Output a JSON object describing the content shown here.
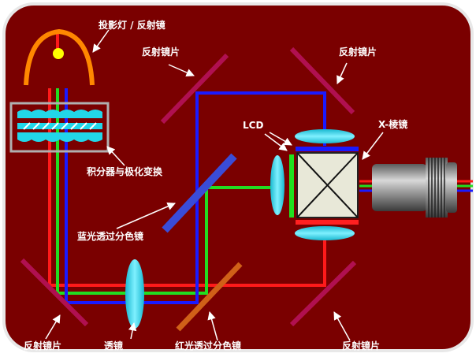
{
  "labels": {
    "lamp": "投影灯 / 反射镜",
    "mirror_top_left": "反射镜片",
    "mirror_top_right": "反射镜片",
    "lcd": "LCD",
    "xprism": "X-棱镜",
    "integrator": "积分器与极化变换",
    "blue_dichroic": "蓝光透过分色镜",
    "mirror_bottom_left": "反射镜片",
    "lens": "透镜",
    "red_dichroic": "红光透过分色镜",
    "mirror_bottom_right": "反射镜片"
  },
  "colors": {
    "background": "#7a0000",
    "border": "#e8e8e8",
    "red_beam": "#ff1a1a",
    "green_beam": "#22dd22",
    "blue_beam": "#1a1aff",
    "lens": "#22d6e8",
    "mirror": "#b01050",
    "blue_dichroic": "#3a4cd8",
    "red_dichroic": "#d06018",
    "lamp": "#ff8800",
    "bulb": "#ffff00",
    "lcd_red": "#ff2020",
    "lcd_green": "#20e020",
    "lcd_blue": "#1a1aff",
    "prism_face": "#e8e8d8",
    "lens_body": "#888888"
  }
}
